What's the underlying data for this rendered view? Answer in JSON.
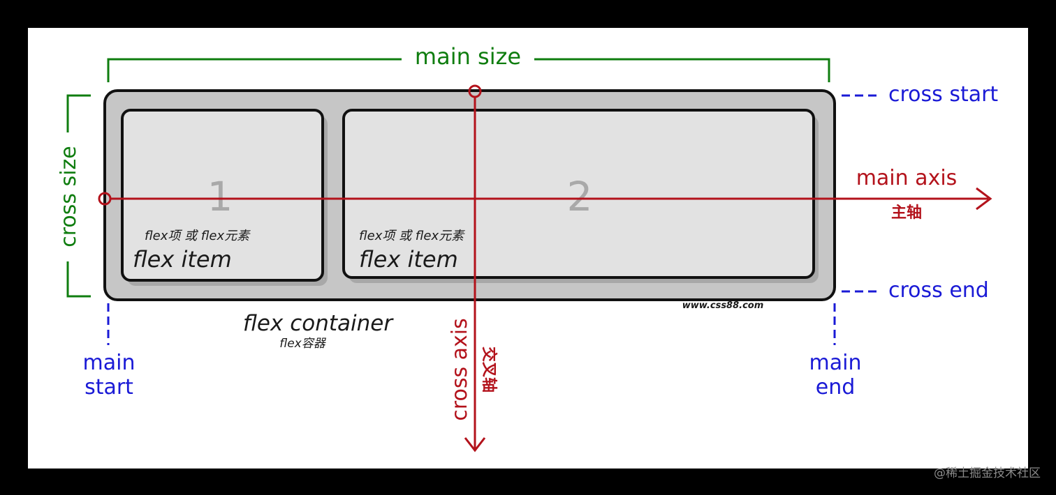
{
  "labels": {
    "main_size": "main size",
    "cross_size": "cross size",
    "cross_start": "cross start",
    "cross_end": "cross end",
    "main_axis": "main axis",
    "main_axis_cn": "主轴",
    "cross_axis": "cross axis",
    "cross_axis_cn": "交叉轴",
    "main_start_1": "main",
    "main_start_2": "start",
    "main_end_1": "main",
    "main_end_2": "end",
    "flex_container": "flex container",
    "flex_container_cn": "flex容器",
    "site": "www.css88.com"
  },
  "items": [
    {
      "number": "1",
      "label_cn": "flex项 或 flex元素",
      "label": "flex item"
    },
    {
      "number": "2",
      "label_cn": "flex项 或 flex元素",
      "label": "flex item"
    }
  ],
  "watermark": "@稀土掘金技术社区",
  "colors": {
    "size": "#0f7d0f",
    "axis": "#b3121b",
    "start_end": "#1a1ad6"
  }
}
